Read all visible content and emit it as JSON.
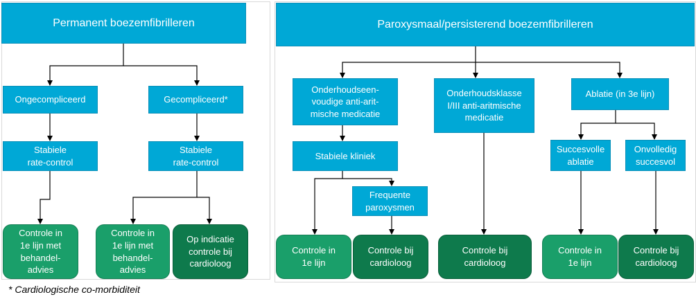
{
  "left": {
    "header": "Permanent boezemfibrilleren",
    "uncomplicated": "Ongecompliceerd",
    "complicated": "Gecompliceerd*",
    "stable_left": "Stabiele\nrate-control",
    "stable_right": "Stabiele\nrate-control",
    "outcome_1": "Controle in\n1e lijn met\nbehandel-\nadvies",
    "outcome_2": "Controle in\n1e lijn met\nbehandel-\nadvies",
    "outcome_3": "Op indicatie\ncontrole bij\ncardioloog"
  },
  "right": {
    "header": "Paroxysmaal/persisterend boezemfibrilleren",
    "single_drug": "Onderhoudseen-\nvoudige anti-arit-\nmische medicatie",
    "class_drug": "Onderhoudsklasse\nI/III anti-aritmische\nmedicatie",
    "ablation": "Ablatie (in 3e lijn)",
    "stable_clinic": "Stabiele kliniek",
    "frequent": "Frequente\nparoxysmen",
    "successful": "Succesvolle\nablatie",
    "incomplete": "Onvolledig\nsuccesvol",
    "outcome_1": "Controle in\n1e lijn",
    "outcome_2": "Controle bij\ncardioloog",
    "outcome_3": "Controle bij\ncardioloog",
    "outcome_4": "Controle in\n1e lijn",
    "outcome_5": "Controle bij\ncardioloog"
  },
  "footnote": "* Cardiologische co-morbiditeit",
  "colors": {
    "box_blue": "#00a8d6",
    "outcome_green": "#1a9f6a",
    "outcome_dark_green": "#0e7a4c",
    "connector": "#000000"
  }
}
